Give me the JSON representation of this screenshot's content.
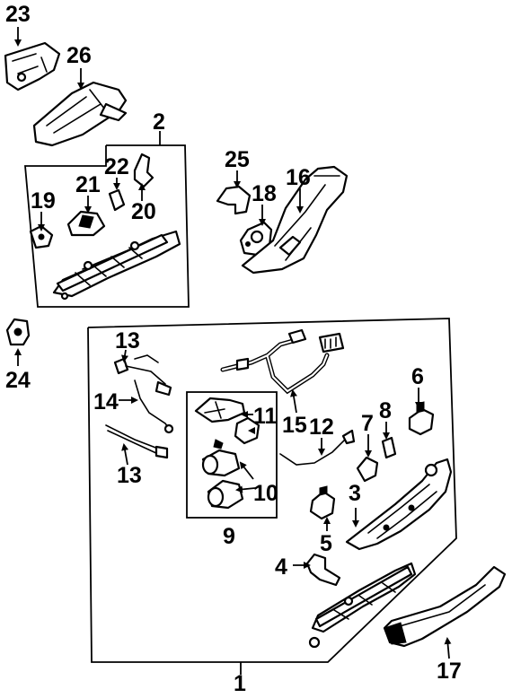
{
  "diagram": {
    "callouts": [
      "23",
      "26",
      "2",
      "22",
      "21",
      "19",
      "20",
      "25",
      "18",
      "16",
      "24",
      "13",
      "14",
      "13",
      "11",
      "15",
      "12",
      "7",
      "8",
      "6",
      "10",
      "9",
      "3",
      "5",
      "4",
      "1",
      "17"
    ]
  }
}
